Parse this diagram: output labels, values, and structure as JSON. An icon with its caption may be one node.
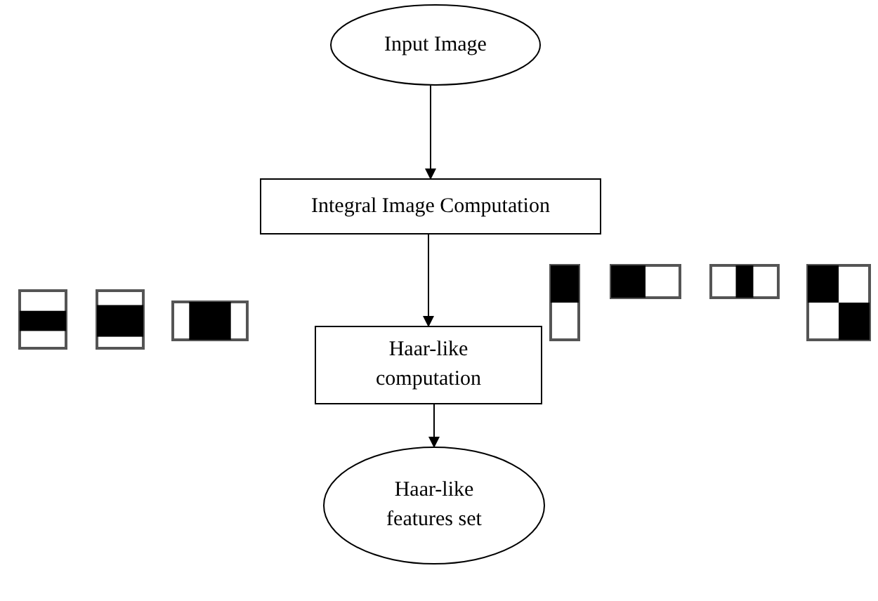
{
  "diagram": {
    "nodes": [
      {
        "text": [
          "Input Image"
        ]
      },
      {
        "text": [
          "Integral Image Computation"
        ]
      },
      {
        "text": [
          "Haar-like computation"
        ]
      },
      {
        "text": [
          "Haar-like features set"
        ]
      }
    ],
    "edges": [
      {
        "from": 0,
        "to": 1,
        "arrow": "to"
      },
      {
        "from": 1,
        "to": 2,
        "arrow": "to"
      },
      {
        "from": 2,
        "to": 3,
        "arrow": "to"
      }
    ]
  }
}
